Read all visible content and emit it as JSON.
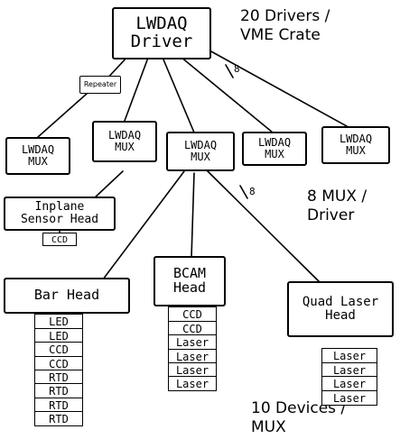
{
  "driver": {
    "line1": "LWDAQ",
    "line2": "Driver"
  },
  "notes": {
    "drivers_per_crate": [
      "20 Drivers /",
      "VME Crate"
    ],
    "mux_per_driver": [
      "8 MUX /",
      "Driver"
    ],
    "devices_per_mux": [
      "10 Devices /",
      "MUX"
    ]
  },
  "repeater_label": "Repeater",
  "multiplicity": {
    "driver_to_mux": "8",
    "mux_to_heads": "8"
  },
  "muxes": [
    {
      "line1": "LWDAQ",
      "line2": "MUX"
    },
    {
      "line1": "LWDAQ",
      "line2": "MUX"
    },
    {
      "line1": "LWDAQ",
      "line2": "MUX"
    },
    {
      "line1": "LWDAQ",
      "line2": "MUX"
    },
    {
      "line1": "LWDAQ",
      "line2": "MUX"
    }
  ],
  "heads": {
    "inplane": {
      "line1": "Inplane",
      "line2": "Sensor Head",
      "devices": [
        "CCD"
      ]
    },
    "bar": {
      "line1": "Bar Head",
      "devices": [
        "LED",
        "LED",
        "CCD",
        "CCD",
        "RTD",
        "RTD",
        "RTD",
        "RTD"
      ]
    },
    "bcam": {
      "line1": "BCAM",
      "line2": "Head",
      "devices": [
        "CCD",
        "CCD",
        "Laser",
        "Laser",
        "Laser",
        "Laser"
      ]
    },
    "quad": {
      "line1": "Quad Laser",
      "line2": "Head",
      "devices": [
        "Laser",
        "Laser",
        "Laser",
        "Laser"
      ]
    }
  }
}
